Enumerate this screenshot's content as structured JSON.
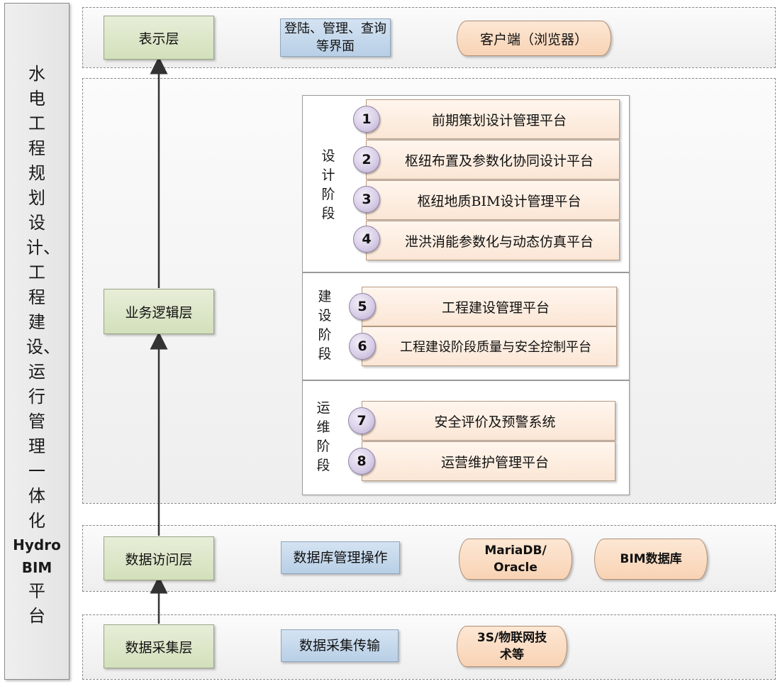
{
  "sidebar": {
    "title_cn": "水电工程规划设计、工程建设、运行管理一体化",
    "title_hydro": "Hydro",
    "title_bim": "BIM",
    "title_end": "平台"
  },
  "presentation": {
    "layer": "表示层",
    "ui": "登陆、管理、查询等界面",
    "client": "客户端（浏览器）"
  },
  "business": {
    "layer": "业务逻辑层",
    "stages": [
      {
        "label": "设计阶段",
        "platforms": [
          {
            "num": "1",
            "name": "前期策划设计管理平台"
          },
          {
            "num": "2",
            "name": "枢纽布置及参数化协同设计平台"
          },
          {
            "num": "3",
            "name": "枢纽地质BIM设计管理平台"
          },
          {
            "num": "4",
            "name": "泄洪消能参数化与动态仿真平台"
          }
        ]
      },
      {
        "label": "建设阶段",
        "platforms": [
          {
            "num": "5",
            "name": "工程建设管理平台"
          },
          {
            "num": "6",
            "name": "工程建设阶段质量与安全控制平台"
          }
        ]
      },
      {
        "label": "运维阶段",
        "platforms": [
          {
            "num": "7",
            "name": "安全评价及预警系统"
          },
          {
            "num": "8",
            "name": "运营维护管理平台"
          }
        ]
      }
    ]
  },
  "data_access": {
    "layer": "数据访问层",
    "op": "数据库管理操作",
    "db1": "MariaDB/ Oracle",
    "db2": "BIM数据库"
  },
  "data_collect": {
    "layer": "数据采集层",
    "op": "数据采集传输",
    "tech": "3S/物联网技术等"
  }
}
